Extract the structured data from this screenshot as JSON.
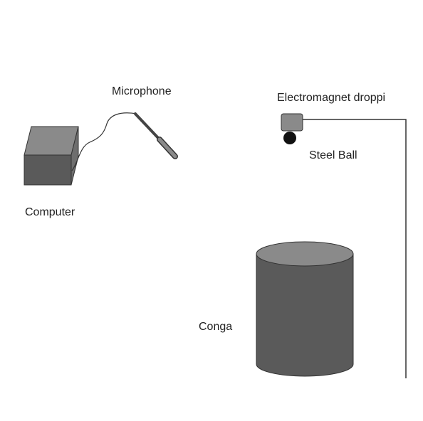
{
  "labels": {
    "microphone": "Microphone",
    "computer": "Computer",
    "electromagnet": "Electromagnet droppi",
    "steel_ball": "Steel Ball",
    "conga": "Conga"
  },
  "colors": {
    "body_dark": "#5a5a5a",
    "body_light": "#8a8a8a",
    "ball": "#111111",
    "line": "#333333"
  }
}
